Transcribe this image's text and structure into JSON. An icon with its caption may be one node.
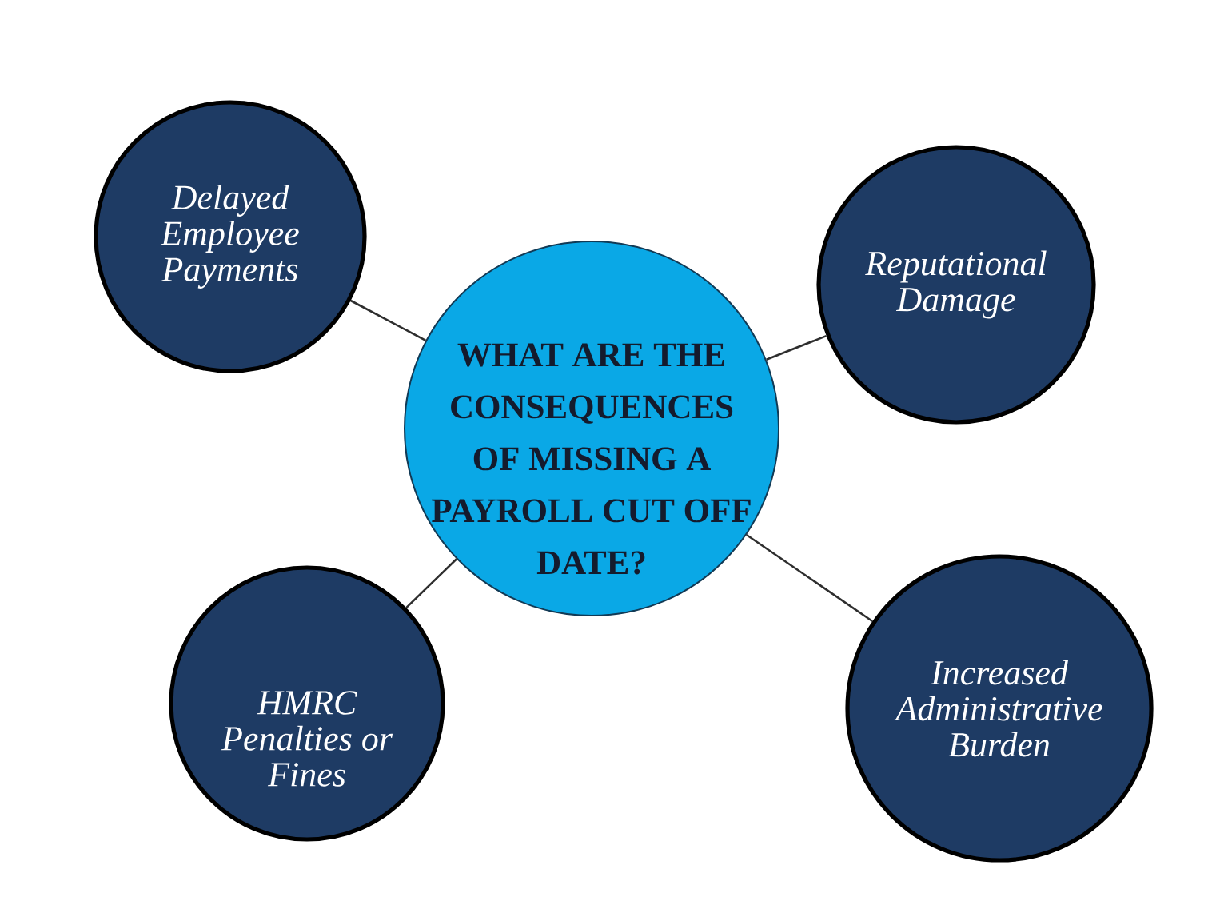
{
  "diagram": {
    "nodes": [
      {
        "text": [
          "WHAT ARE THE CONSEQUENCES OF MISSING A PAYROLL CUT OFF DATE?"
        ]
      },
      {
        "text": [
          "Delayed Employee Payments"
        ]
      },
      {
        "text": [
          "Reputational Damage"
        ]
      },
      {
        "text": [
          "HMRC Penalties or Fines"
        ]
      },
      {
        "text": [
          "Increased Administrative Burden"
        ]
      }
    ],
    "edges": [
      {
        "from": 0,
        "to": 1,
        "arrow": "none"
      },
      {
        "from": 0,
        "to": 2,
        "arrow": "none"
      },
      {
        "from": 0,
        "to": 3,
        "arrow": "none"
      },
      {
        "from": 0,
        "to": 4,
        "arrow": "none"
      }
    ]
  }
}
